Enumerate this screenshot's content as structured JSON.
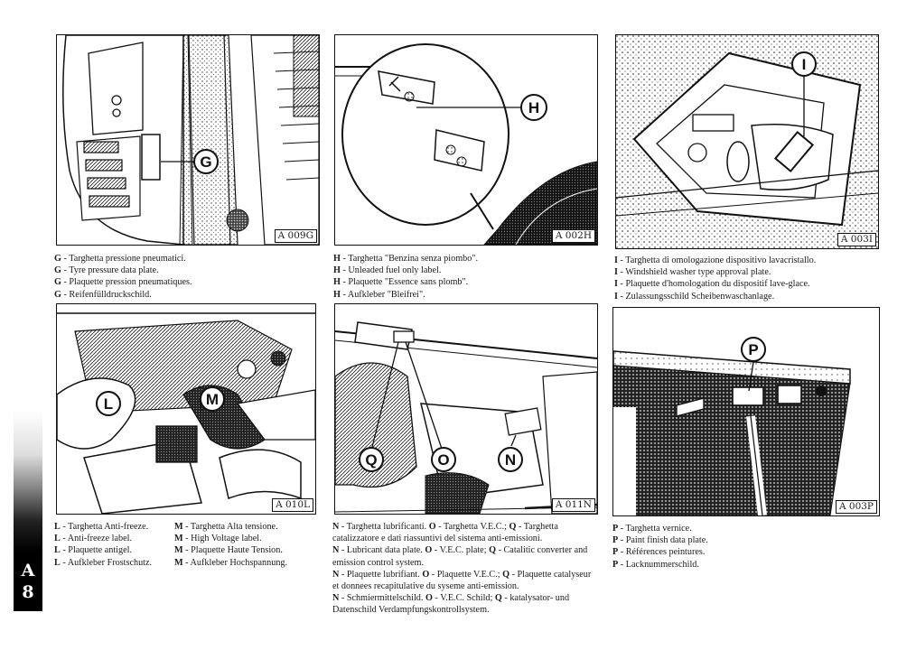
{
  "figures": [
    {
      "code": "A 009G",
      "callouts": [
        "G"
      ]
    },
    {
      "code": "A 002H",
      "callouts": [
        "H"
      ]
    },
    {
      "code": "A 003I",
      "callouts": [
        "I"
      ]
    },
    {
      "code": "A 010L",
      "callouts": [
        "L",
        "M"
      ]
    },
    {
      "code": "A 011N",
      "callouts": [
        "Q",
        "O",
        "N"
      ]
    },
    {
      "code": "A 003P",
      "callouts": [
        "P"
      ]
    }
  ],
  "captions": {
    "g": [
      {
        "letter": "G",
        "text": " - Targhetta pressione pneumatici."
      },
      {
        "letter": "G",
        "text": " - Tyre pressure data plate."
      },
      {
        "letter": "G",
        "text": " - Plaquette pression pneumatiques."
      },
      {
        "letter": "G",
        "text": " - Reifenfülldruckschild."
      }
    ],
    "h": [
      {
        "letter": "H",
        "text": " - Targhetta \"Benzina senza piombo\"."
      },
      {
        "letter": "H",
        "text": " - Unleaded fuel only label."
      },
      {
        "letter": "H",
        "text": " - Plaquette \"Essence sans plomb\"."
      },
      {
        "letter": "H",
        "text": " - Aufkleber \"Bleifrei\"."
      }
    ],
    "i": [
      {
        "letter": "I",
        "text": " - Targhetta di omologazione dispositivo lavacristallo."
      },
      {
        "letter": "I",
        "text": " - Windshield washer type approval plate."
      },
      {
        "letter": "I",
        "text": " - Plaquette d'homologation du dispositif lave-glace."
      },
      {
        "letter": "I",
        "text": " - Zulassungsschild Scheibenwaschanlage."
      }
    ],
    "lm": [
      {
        "l": "L",
        "lt": " - Targhetta Anti-freeze.",
        "m": "M",
        "mt": " - Targhetta Alta tensione."
      },
      {
        "l": "L",
        "lt": " - Anti-freeze label.",
        "m": "M",
        "mt": " - High Voltage label."
      },
      {
        "l": "L",
        "lt": " - Plaquette antigel.",
        "m": "M",
        "mt": " - Plaquette Haute Tension."
      },
      {
        "l": "L",
        "lt": " - Aufkleber Frostschutz.",
        "m": "M",
        "mt": " - Aufkleber Hochspannung."
      }
    ],
    "noq": [
      {
        "a": "N",
        "at": " - Targhetta lubrificanti.  ",
        "b": "O",
        "bt": " - Targhetta V.E.C.; ",
        "c": "Q",
        "ct": " - Targhetta catalizzatore e dati riassuntivi del sistema anti-emissioni."
      },
      {
        "a": "N",
        "at": " - Lubricant data plate.   ",
        "b": "O",
        "bt": " - V.E.C. plate; ",
        "c": "Q",
        "ct": " - Catalitic converter and emission control system."
      },
      {
        "a": "N",
        "at": " - Plaquette lubrifiant.   ",
        "b": "O",
        "bt": " - Plaquette V.E.C.; ",
        "c": "Q",
        "ct": " - Plaquette catalyseur et donnees recapitulative du syseme anti-emission."
      },
      {
        "a": "N",
        "at": " - Schmiermittelschild.   ",
        "b": "O",
        "bt": " - V.E.C. Schild; ",
        "c": "Q",
        "ct": " - katalysator- und Datenschild Verdampfungskontrollsystem."
      }
    ],
    "p": [
      {
        "letter": "P",
        "text": " - Targhetta vernice."
      },
      {
        "letter": "P",
        "text": " - Paint finish data plate."
      },
      {
        "letter": "P",
        "text": " - Références peintures."
      },
      {
        "letter": "P",
        "text": " - Lacknummerschild."
      }
    ]
  },
  "page_tab": {
    "section": "A",
    "number": "8"
  }
}
